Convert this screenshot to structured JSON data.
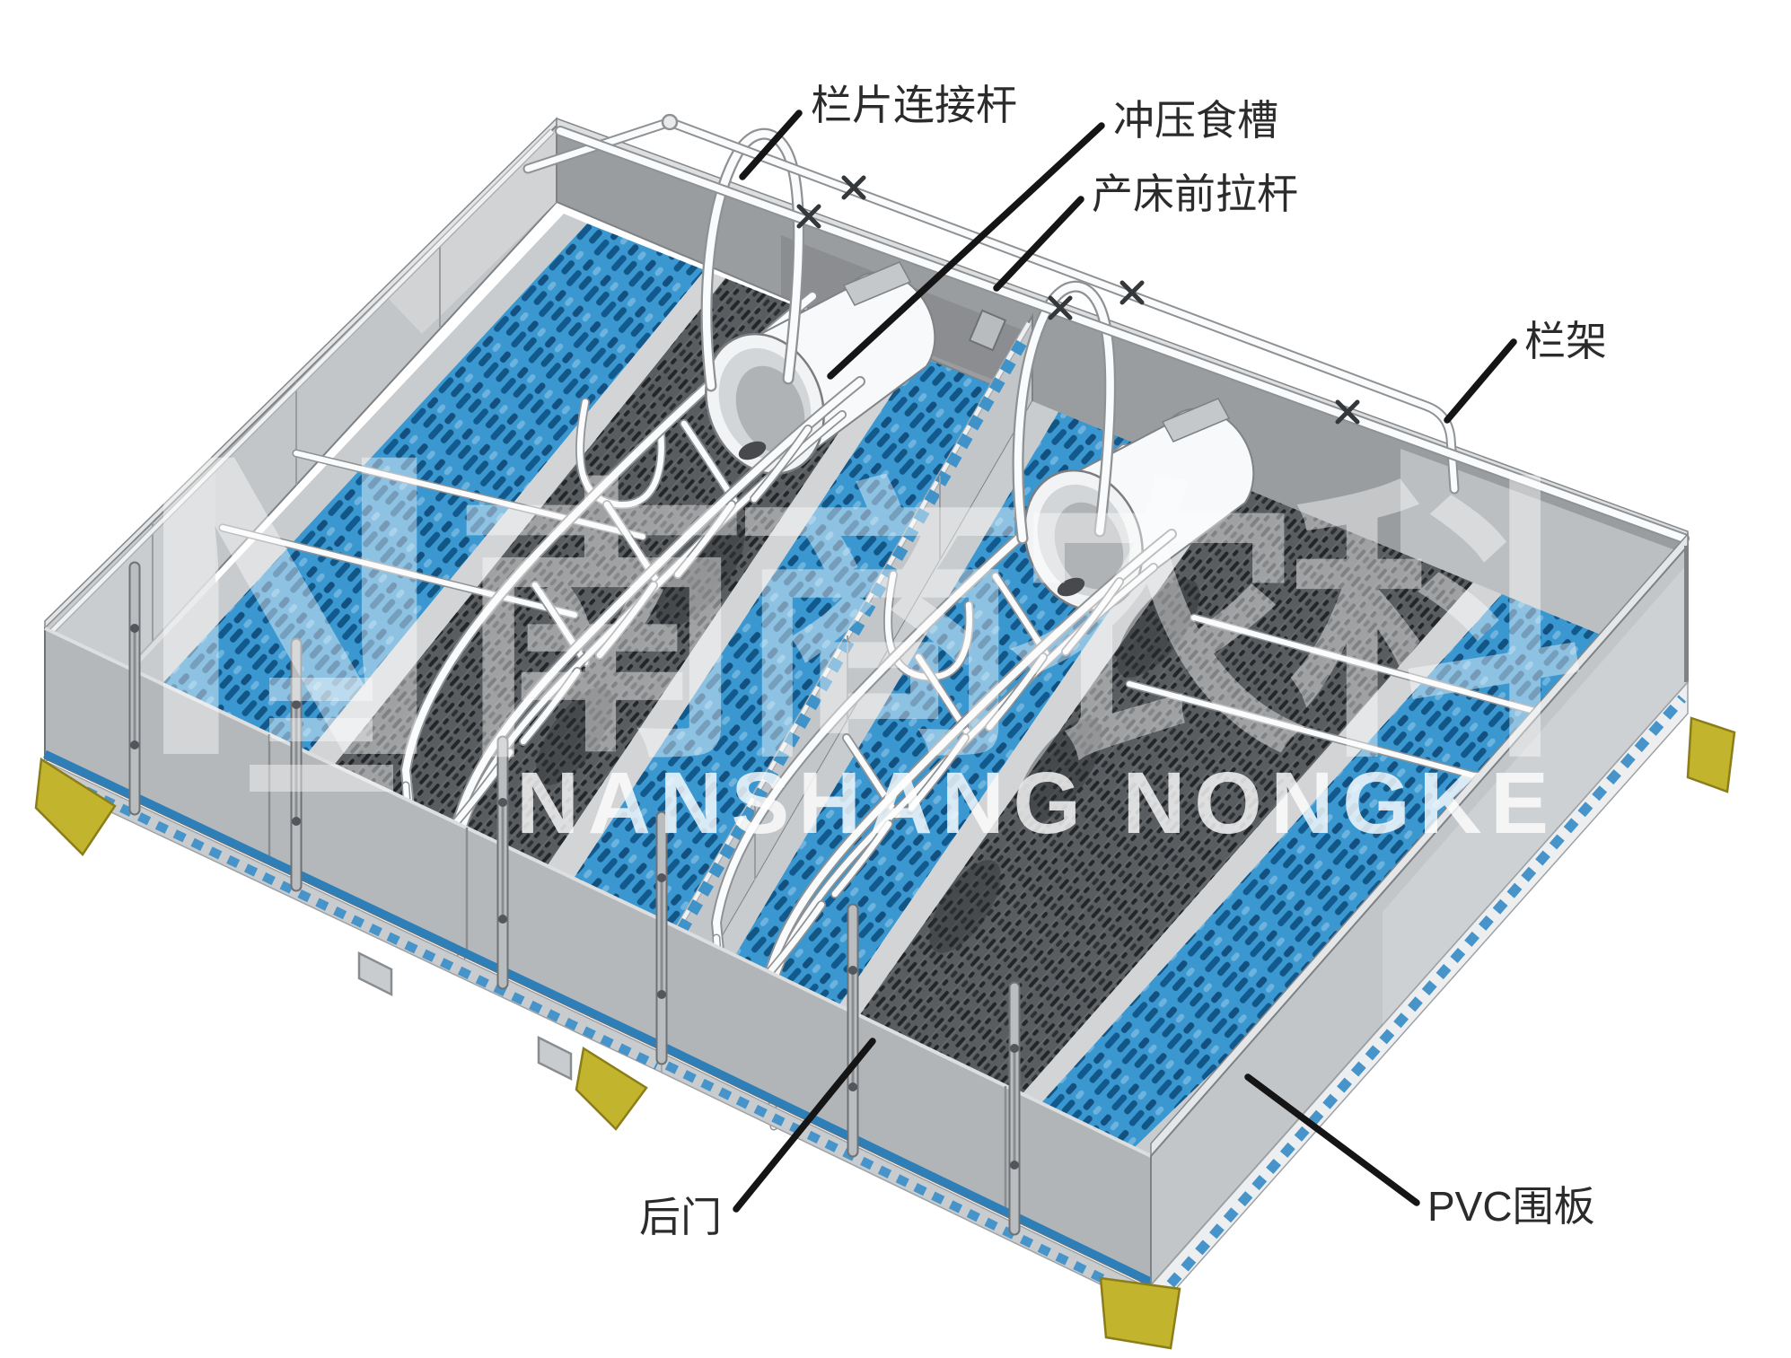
{
  "labels": {
    "fence_connector_rod": "栏片连接杆",
    "stamped_feed_trough": "冲压食槽",
    "front_pull_rod": "产床前拉杆",
    "crate_frame": "栏架",
    "rear_door": "后门",
    "pvc_panel": "PVC围板"
  },
  "watermark": {
    "logo_letter": "N",
    "text_cn": "南商农科",
    "text_en": "NANSHANG NONGKE"
  },
  "colors": {
    "floor_blue": "#3b97cf",
    "slot_blue_dark": "#0d5287",
    "panel_gray": "#c3c6c8",
    "panel_gray_dark": "#9a9da0",
    "grate_gray": "#595d60",
    "tube_white": "#f7f8f9",
    "foot_yellow": "#c2b42c",
    "trim_blue": "#2e7fb8",
    "leader_black": "#151515",
    "label_text": "#2b2b2b"
  }
}
